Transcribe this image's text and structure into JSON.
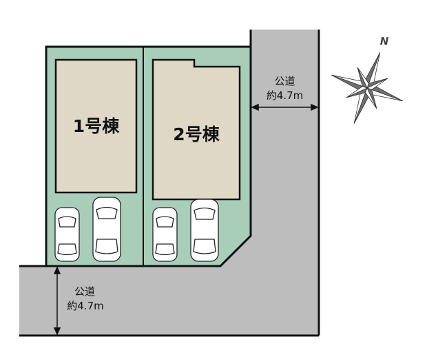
{
  "buildings": [
    {
      "label": "1号棟"
    },
    {
      "label": "2号棟"
    }
  ],
  "roads": [
    {
      "name": "公道",
      "width": "約4.7m",
      "position": "east"
    },
    {
      "name": "公道",
      "width": "約4.7m",
      "position": "south"
    }
  ],
  "compass": {
    "north_label": "N"
  },
  "colors": {
    "lot": "#a8cdb9",
    "building": "#e0d8c6",
    "road": "#bdbdbd",
    "outline": "#111111"
  },
  "parking": {
    "cars_per_lot": 2,
    "total_cars": 4
  }
}
